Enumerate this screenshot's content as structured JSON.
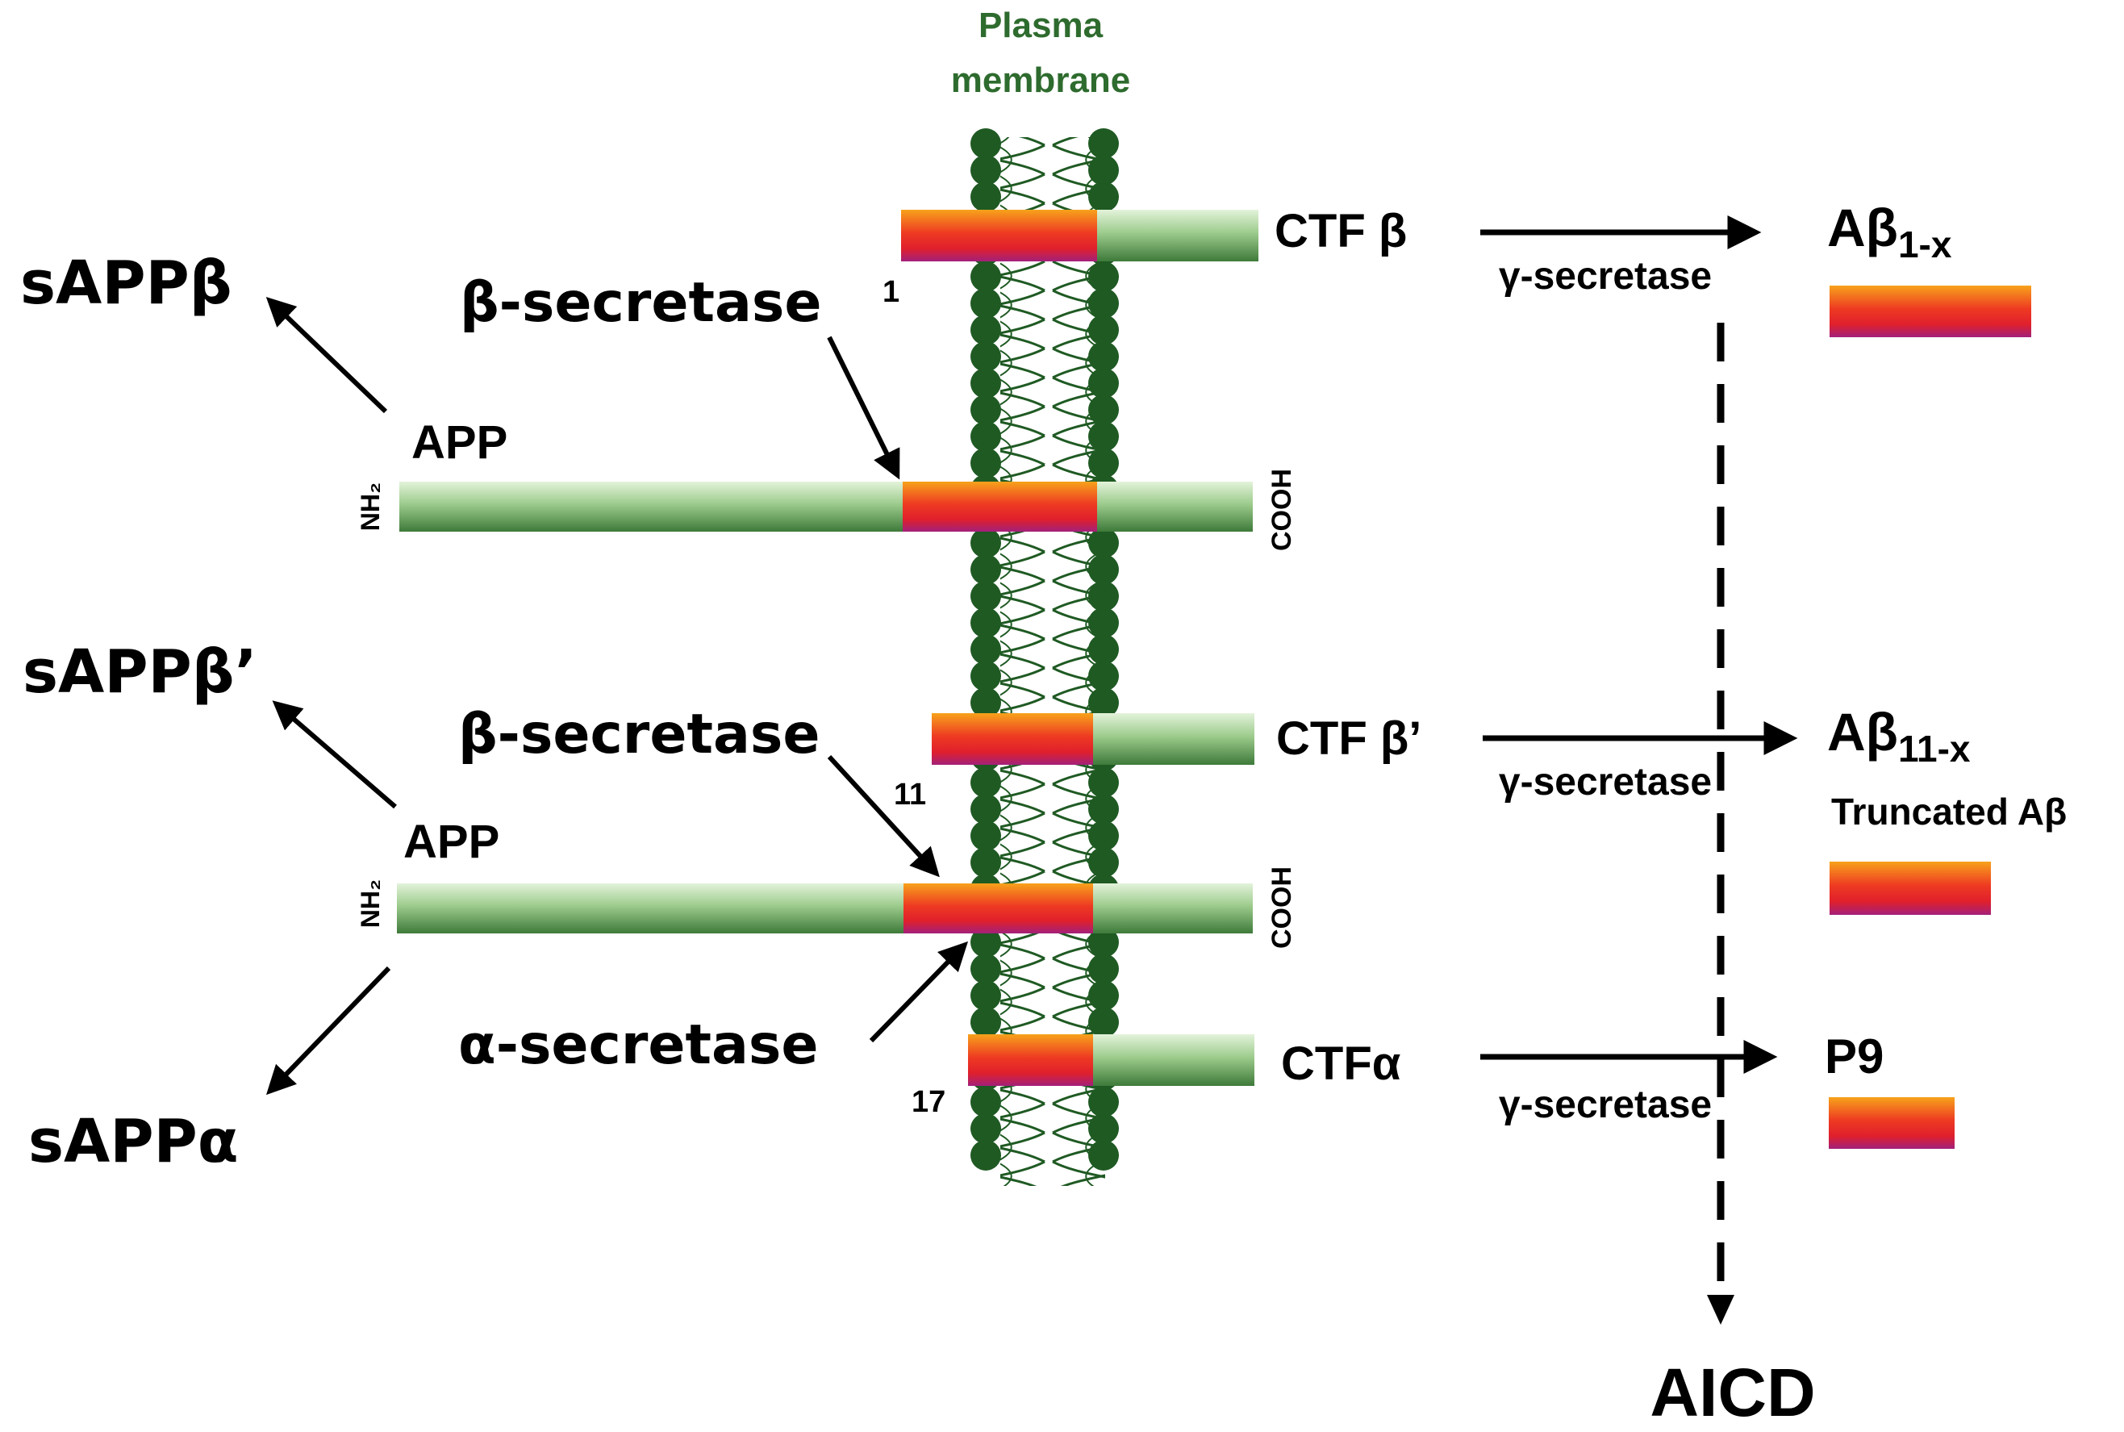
{
  "membrane": {
    "title_line1": "Plasma",
    "title_line2": "membrane"
  },
  "top_pathway": {
    "app_label": "APP",
    "nh2": "NH₂",
    "cooh": "COOH",
    "enzyme": "β-secretase",
    "product_left": "sAPPβ",
    "ctf": "CTF β",
    "cleavage_site": "1",
    "gamma": "γ-secretase",
    "product_right_base": "Aβ",
    "product_right_sub": "1-x"
  },
  "bottom_pathway": {
    "app_label": "APP",
    "nh2": "NH₂",
    "cooh": "COOH",
    "enzyme_beta": "β-secretase",
    "product_left_beta": "sAPPβ’",
    "ctf_beta": "CTF β’",
    "cleavage_site_beta": "11",
    "gamma_beta": "γ-secretase",
    "product_right_beta_base": "Aβ",
    "product_right_beta_sub": "11-x",
    "truncated_label": "Truncated Aβ",
    "enzyme_alpha": "α-secretase",
    "product_left_alpha": "sAPPα",
    "ctf_alpha": "CTFα",
    "cleavage_site_alpha": "17",
    "gamma_alpha": "γ-secretase",
    "product_right_alpha": "P9"
  },
  "aicd": "AICD",
  "colors": {
    "membrane_green": "#1f5a23",
    "label_green": "#2e6b2e",
    "bar_green_light": "#cfe8c4",
    "bar_green_dark": "#3e7a3a",
    "abeta_orange": "#f7a21b",
    "abeta_red": "#e8202a",
    "abeta_purple": "#a3207a"
  }
}
